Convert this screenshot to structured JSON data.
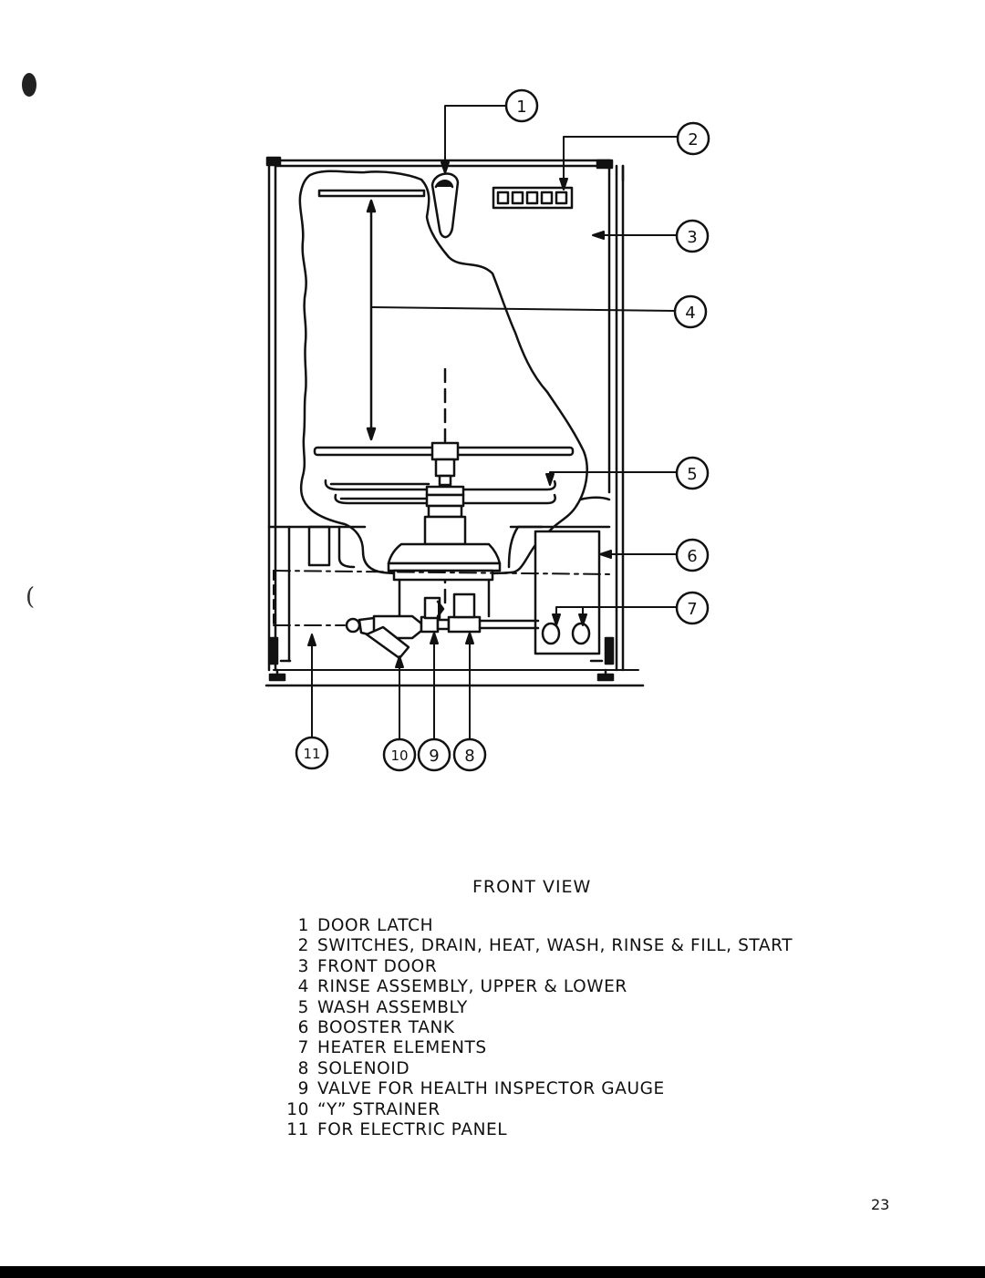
{
  "callouts": [
    "1",
    "2",
    "3",
    "4",
    "5",
    "6",
    "7",
    "8",
    "9",
    "10",
    "11"
  ],
  "caption": "FRONT VIEW",
  "legend": [
    {
      "num": "1",
      "text": "DOOR LATCH"
    },
    {
      "num": "2",
      "text": "SWITCHES, DRAIN, HEAT, WASH, RINSE & FILL, START"
    },
    {
      "num": "3",
      "text": "FRONT DOOR"
    },
    {
      "num": "4",
      "text": "RINSE ASSEMBLY, UPPER & LOWER"
    },
    {
      "num": "5",
      "text": "WASH ASSEMBLY"
    },
    {
      "num": "6",
      "text": "BOOSTER TANK"
    },
    {
      "num": "7",
      "text": "HEATER ELEMENTS"
    },
    {
      "num": "8",
      "text": "SOLENOID"
    },
    {
      "num": "9",
      "text": "VALVE FOR HEALTH INSPECTOR GAUGE"
    },
    {
      "num": "10",
      "text": "“Y” STRAINER"
    },
    {
      "num": "11",
      "text": "FOR ELECTRIC PANEL"
    }
  ],
  "page_number": "23",
  "colors": {
    "ink": "#111111",
    "paper": "#ffffff",
    "bar": "#000000"
  }
}
